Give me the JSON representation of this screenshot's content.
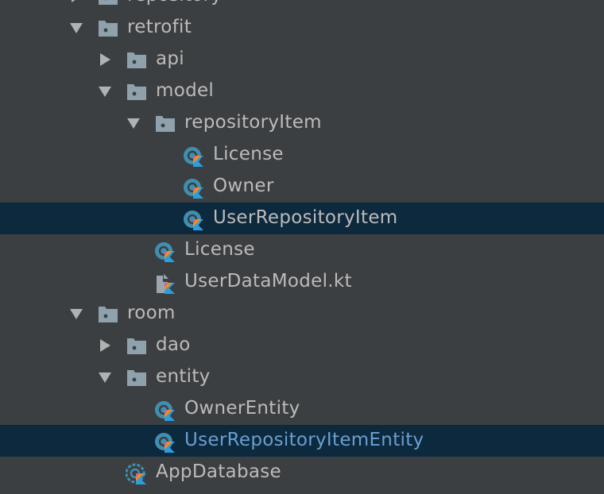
{
  "colors": {
    "background": "#3c3f41",
    "selection": "#0d293e",
    "text": "#bbbbbb",
    "highlight_text": "#6a9fd0",
    "folder": "#8fa1ad",
    "class_icon": "#3f90b0"
  },
  "tree": [
    {
      "label": "repository",
      "level": 0,
      "type": "folder",
      "state": "collapsed"
    },
    {
      "label": "retrofit",
      "level": 0,
      "type": "folder",
      "state": "expanded"
    },
    {
      "label": "api",
      "level": 1,
      "type": "folder",
      "state": "collapsed"
    },
    {
      "label": "model",
      "level": 1,
      "type": "folder",
      "state": "expanded"
    },
    {
      "label": "repositoryItem",
      "level": 2,
      "type": "folder",
      "state": "expanded"
    },
    {
      "label": "License",
      "level": 3,
      "type": "kotlin-class"
    },
    {
      "label": "Owner",
      "level": 3,
      "type": "kotlin-class"
    },
    {
      "label": "UserRepositoryItem",
      "level": 3,
      "type": "kotlin-class",
      "selected": true
    },
    {
      "label": "License",
      "level": 2,
      "type": "kotlin-class"
    },
    {
      "label": "UserDataModel.kt",
      "level": 2,
      "type": "kotlin-file"
    },
    {
      "label": "room",
      "level": 0,
      "type": "folder",
      "state": "expanded"
    },
    {
      "label": "dao",
      "level": 1,
      "type": "folder",
      "state": "collapsed"
    },
    {
      "label": "entity",
      "level": 1,
      "type": "folder",
      "state": "expanded"
    },
    {
      "label": "OwnerEntity",
      "level": 2,
      "type": "kotlin-class"
    },
    {
      "label": "UserRepositoryItemEntity",
      "level": 2,
      "type": "kotlin-class",
      "selected": true,
      "highlighted": true
    },
    {
      "label": "AppDatabase",
      "level": 1,
      "type": "kotlin-abstract-class"
    }
  ]
}
